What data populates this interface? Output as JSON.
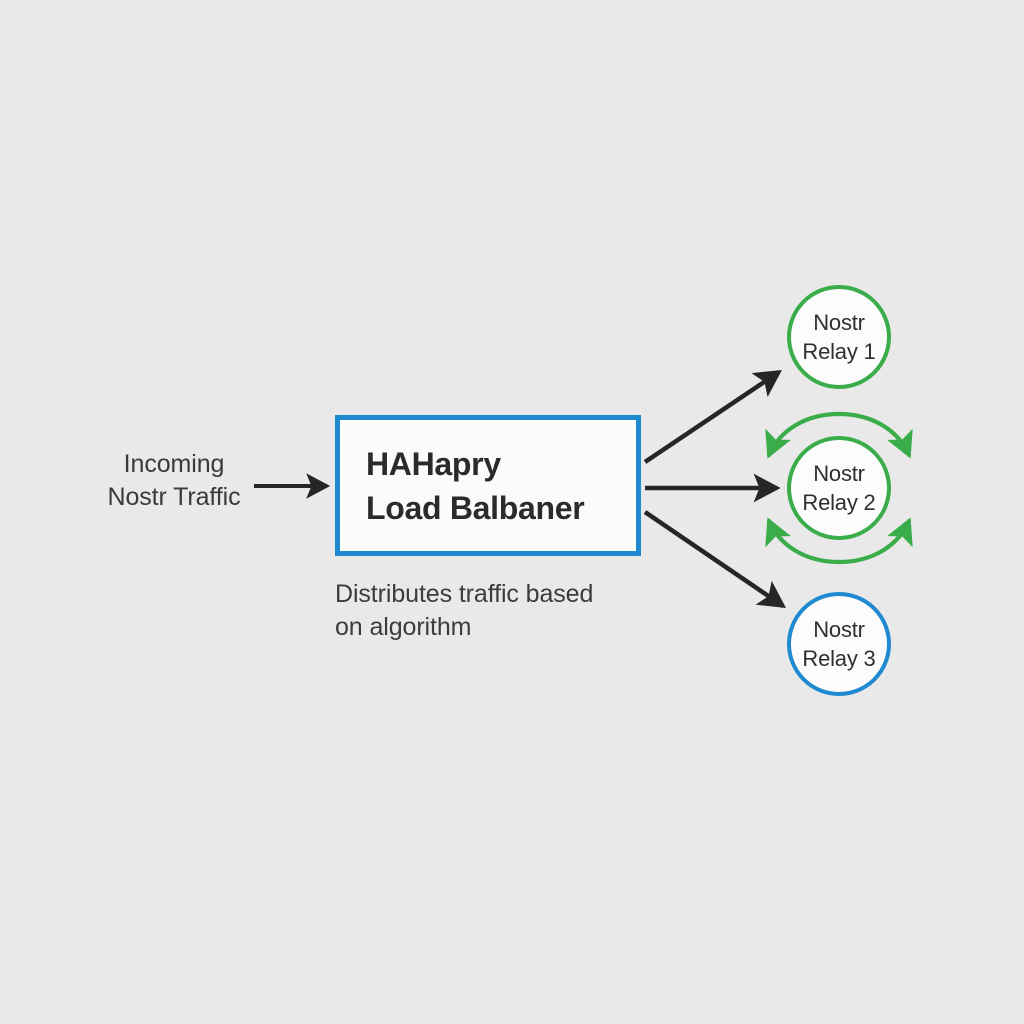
{
  "diagram": {
    "background_color": "#e9e9e9",
    "title_node": {
      "lines": [
        "HAHapry",
        "Load Balbaner"
      ],
      "caption_lines": [
        "Distributes traffic based",
        "on algorithm"
      ],
      "border_color": "#1f8ad2",
      "fill_color": "#fbfbfa",
      "text_color": "#2b2b2b"
    },
    "source": {
      "lines": [
        "Incoming",
        "Nostr Traffic"
      ],
      "text_color": "#3a3a3a"
    },
    "relays": [
      {
        "lines": [
          "Nostr",
          "Relay 1"
        ],
        "color": "#3aad4a",
        "has_sync_arcs": false
      },
      {
        "lines": [
          "Nostr",
          "Relay 2"
        ],
        "color": "#3aad4a",
        "has_sync_arcs": true
      },
      {
        "lines": [
          "Nostr",
          "Relay 3"
        ],
        "color": "#1f8ad2",
        "has_sync_arcs": false
      }
    ],
    "connectors": {
      "arrow_color": "#262626",
      "sync_arc_color": "#3aad4a",
      "count": 4
    }
  }
}
